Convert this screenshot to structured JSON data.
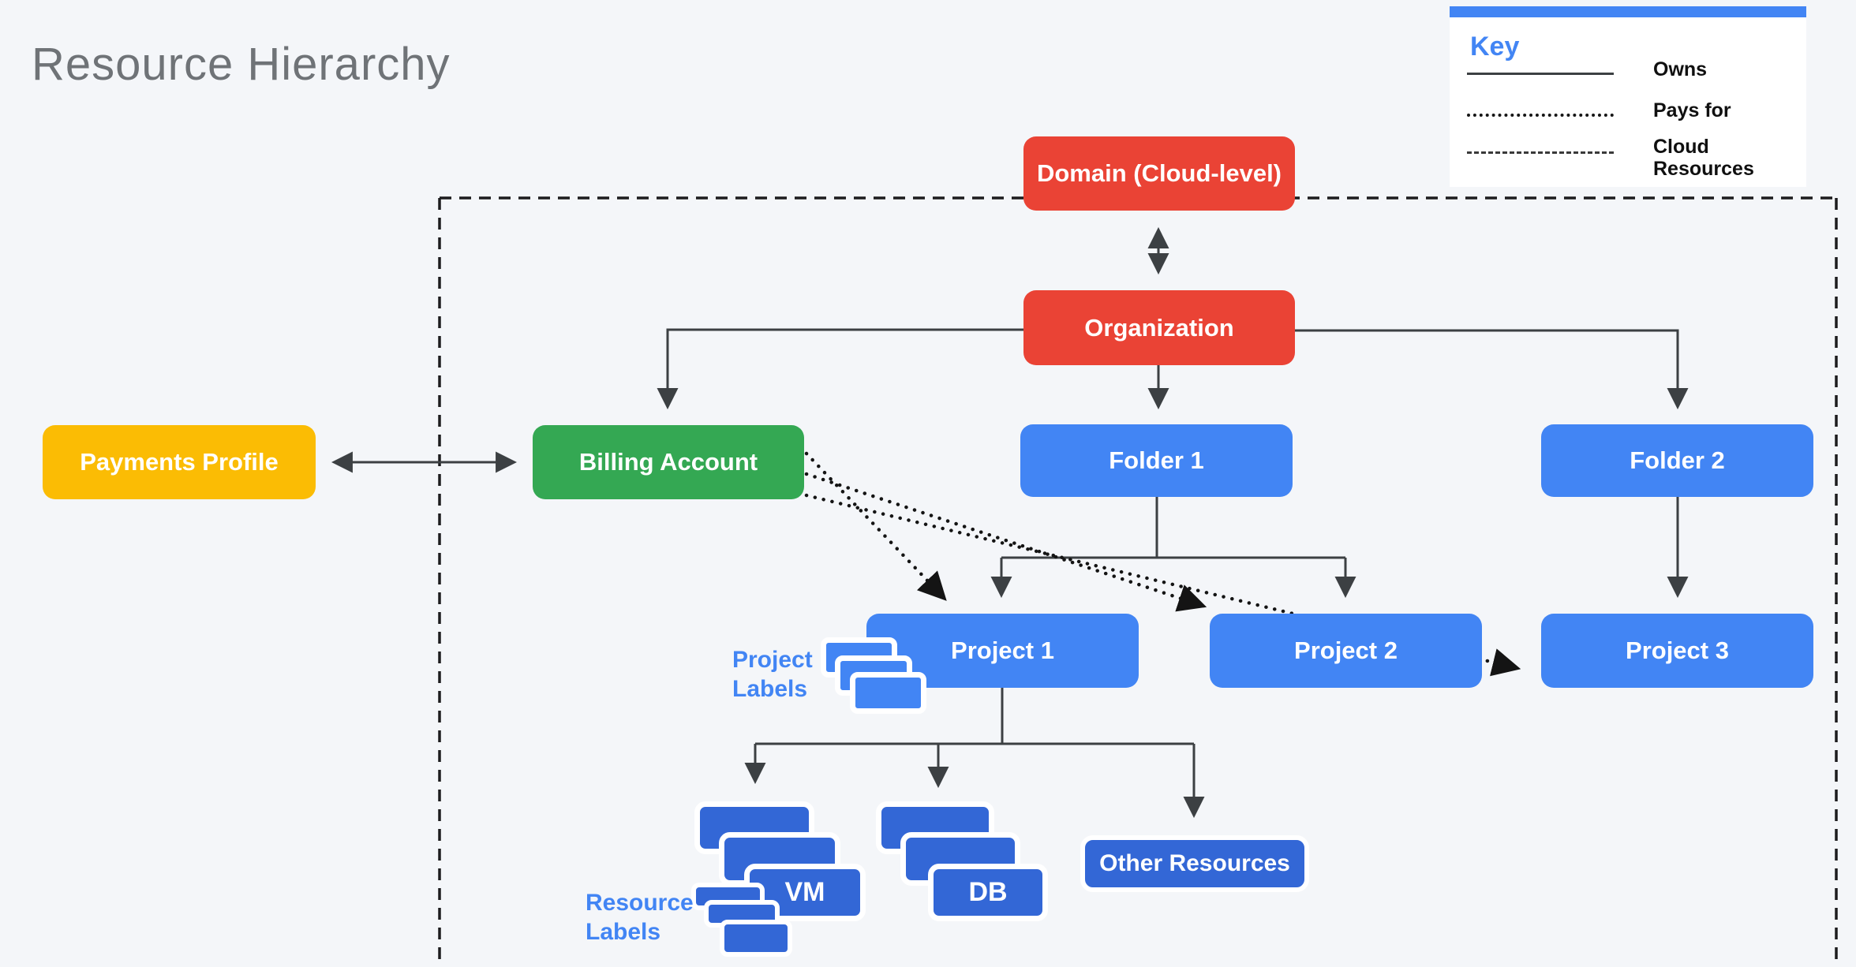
{
  "page": {
    "title": "Resource Hierarchy"
  },
  "key": {
    "title": "Key",
    "items": [
      {
        "line": "solid",
        "label": "Owns"
      },
      {
        "line": "dotted",
        "label": "Pays for"
      },
      {
        "line": "dashed",
        "label": "Cloud Resources"
      }
    ]
  },
  "nodes": {
    "domain": "Domain (Cloud-level)",
    "organization": "Organization",
    "payments_profile": "Payments Profile",
    "billing_account": "Billing Account",
    "folder1": "Folder 1",
    "folder2": "Folder 2",
    "project1": "Project 1",
    "project2": "Project 2",
    "project3": "Project 3",
    "vm": "VM",
    "db": "DB",
    "other_resources": "Other Resources"
  },
  "annotations": {
    "project_labels": {
      "line1": "Project",
      "line2": "Labels"
    },
    "resource_labels": {
      "line1": "Resource",
      "line2": "Labels"
    }
  },
  "colors": {
    "background": "#F4F6F9",
    "red": "#EA4335",
    "green": "#34A853",
    "yellow": "#FBBC04",
    "blue": "#4285F4",
    "dark_blue": "#3367D6",
    "connector": "#3C4043",
    "dotted_line": "#141414",
    "dashed_boundary": "#1C1C1E",
    "title_text": "#6F7377",
    "key_background": "#FFFFFF"
  }
}
